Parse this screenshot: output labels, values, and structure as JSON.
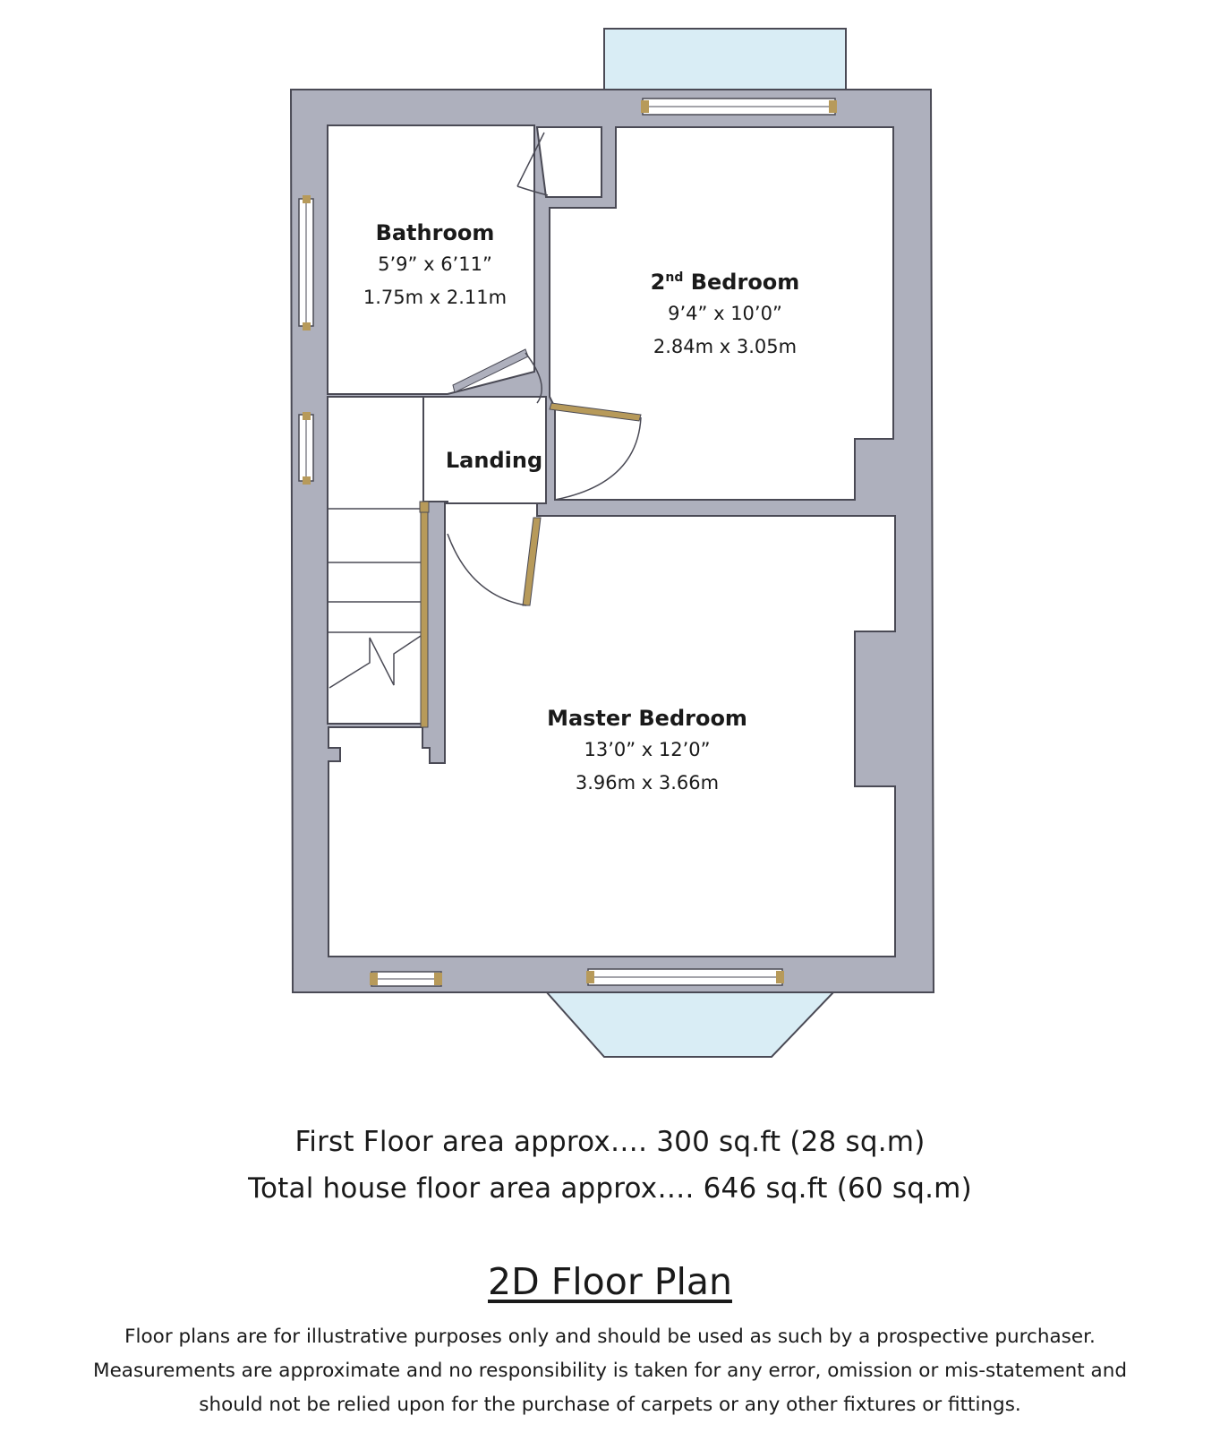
{
  "colors": {
    "wall": "#aeb0bd",
    "wall_edge": "#4a4a55",
    "bay": "#d9edf5",
    "frame": "#b79a5a"
  },
  "rooms": {
    "bathroom": {
      "name": "Bathroom",
      "imperial": "5’9” x 6’11”",
      "metric": "1.75m x 2.11m"
    },
    "second_bedroom": {
      "name_num": "2",
      "name_sup": "nd",
      "name_rest": " Bedroom",
      "imperial": "9’4” x 10’0”",
      "metric": "2.84m x 3.05m"
    },
    "landing": {
      "name": "Landing"
    },
    "master_bedroom": {
      "name": "Master Bedroom",
      "imperial": "13’0” x 12’0”",
      "metric": "3.96m x 3.66m"
    }
  },
  "areas": {
    "first_floor": "First Floor area approx…. 300 sq.ft (28 sq.m)",
    "total": "Total house floor area approx…. 646 sq.ft (60 sq.m)"
  },
  "title": "2D Floor Plan",
  "disclaimer": [
    "Floor plans are for illustrative purposes only and should be used as such by a prospective purchaser.",
    "Measurements are approximate and no responsibility is taken for any error, omission or mis-statement and",
    "should not be relied upon for the purchase of carpets or any other fixtures or fittings."
  ]
}
